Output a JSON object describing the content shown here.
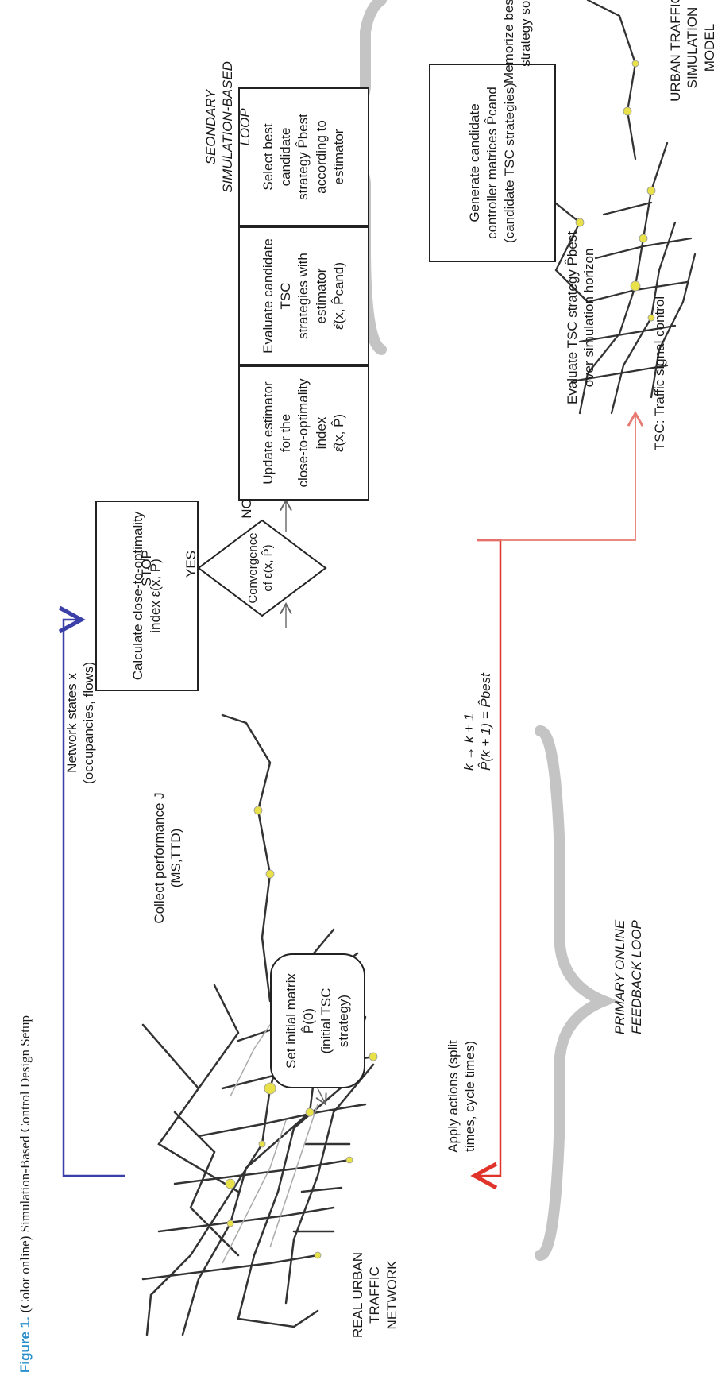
{
  "caption": {
    "label": "Figure 1.",
    "text": "(Color online) Simulation-Based Control Design Setup"
  },
  "networks": {
    "real_label": "REAL URBAN\nTRAFFIC\nNETWORK",
    "sim_label": "URBAN TRAFFIC\nSIMULATION MODEL"
  },
  "loops": {
    "primary": "PRIMARY ONLINE\nFEEDBACK LOOP",
    "secondary": "SEONDARY\nSIMULATION-BASED\nLOOP"
  },
  "annotations": {
    "network_states": "Network states x\n(occupancies, flows)",
    "collect_performance": "Collect performance J\n(MS,TTD)",
    "apply_actions": "Apply actions (split\ntimes, cycle times)",
    "update_k": "k → k + 1\nP̂(k + 1) = P̂best",
    "evaluate_tsc": "Evaluate TSC strategy P̂best\nover simulation horizon",
    "memorize": "Memorize best TSC\nstrategy so far",
    "tsc_note": "TSC: Traffic signal control",
    "yes": "YES",
    "no": "NO"
  },
  "boxes": {
    "set_initial": "Set initial matrix P̂(0)\n(initial TSC strategy)",
    "calculate": "Calculate close-to-optimality\nindex ε(x, P̂)",
    "convergence": "Convergence\nof ε(x, P̂)",
    "stop": "STOP",
    "update_estimator": "Update estimator for the\nclose-to-optimality index\nε̂(x, P̂)",
    "evaluate_candidates": "Evaluate candidate TSC\nstrategies with estimator\nε̂(x, P̂cand)",
    "select_best": "Select best candidate\nstrategy P̂best\naccording to estimator",
    "generate_candidates": "Generate candidate\ncontroller matrices P̂cand\n(candidate TSC strategies)"
  },
  "colors": {
    "blue_arrow": "#3b3fa8",
    "red_arrow": "#e0342a",
    "soft_red": "#e77a72",
    "soft_blue": "#8a8cc4",
    "brace": "#c4c4c4",
    "caption_blue": "#2a8fcb"
  }
}
